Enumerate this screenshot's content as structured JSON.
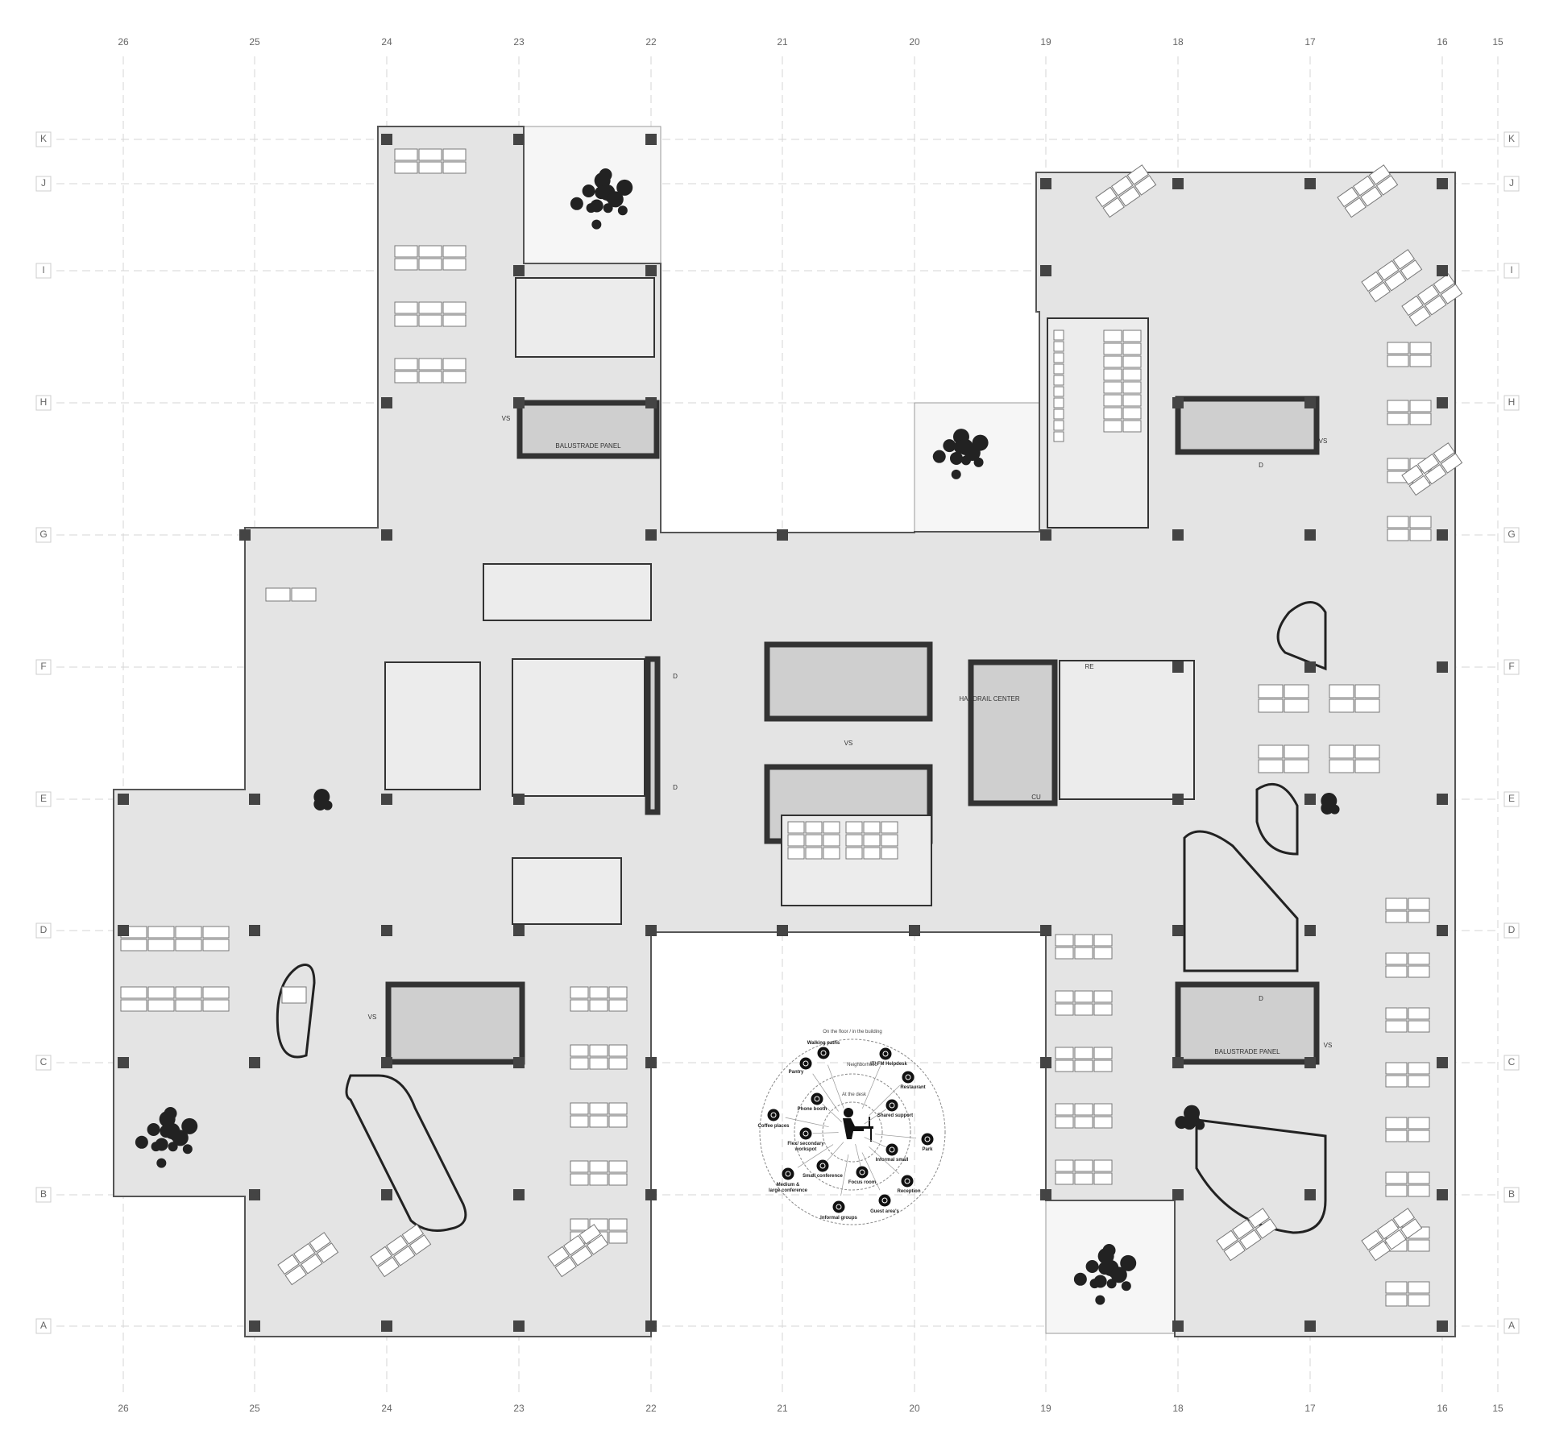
{
  "grid": {
    "columns": [
      "26",
      "25",
      "24",
      "23",
      "22",
      "21",
      "20",
      "19",
      "18",
      "17",
      "16",
      "15"
    ],
    "rows": [
      "K",
      "J",
      "I",
      "H",
      "G",
      "F",
      "E",
      "D",
      "C",
      "B",
      "A"
    ]
  },
  "core_labels": {
    "vs": "VS",
    "d": "D",
    "re": "RE",
    "cu": "CU",
    "balustrade": "BALUSTRADE PANEL",
    "handrail": "HANDRAIL CENTER"
  },
  "legend": {
    "ring_outer": "On the floor / in the building",
    "ring_middle": "Neighborhood",
    "ring_inner": "At the desk",
    "items": [
      {
        "label": "Walking paths",
        "icon": "walking-path-icon"
      },
      {
        "label": "Pantry",
        "icon": "pantry-icon"
      },
      {
        "label": "IT/ FM Helpdesk",
        "icon": "helpdesk-icon"
      },
      {
        "label": "Restaurant",
        "icon": "restaurant-icon"
      },
      {
        "label": "Phone booth",
        "icon": "phone-booth-icon"
      },
      {
        "label": "Shared support",
        "icon": "shared-support-icon"
      },
      {
        "label": "Coffee places",
        "icon": "coffee-icon"
      },
      {
        "label": "Flex/ secondary workspot",
        "icon": "flex-workspot-icon"
      },
      {
        "label": "Park",
        "icon": "park-icon"
      },
      {
        "label": "Informal small",
        "icon": "informal-small-icon"
      },
      {
        "label": "Small conference",
        "icon": "small-conference-icon"
      },
      {
        "label": "Medium & large conference",
        "icon": "large-conference-icon"
      },
      {
        "label": "Focus room",
        "icon": "focus-room-icon"
      },
      {
        "label": "Reception",
        "icon": "reception-icon"
      },
      {
        "label": "Guest area's",
        "icon": "guest-area-icon"
      },
      {
        "label": "Informal groups",
        "icon": "informal-groups-icon"
      }
    ]
  }
}
